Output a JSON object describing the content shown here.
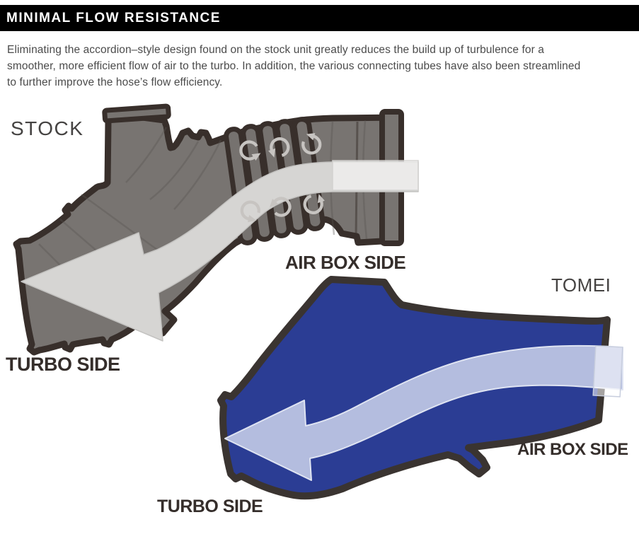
{
  "header": {
    "title": "MINIMAL FLOW RESISTANCE"
  },
  "paragraph": {
    "lines": [
      "Eliminating the accordion–style design found on the stock unit greatly reduces the build up of turbulence for a",
      "smoother, more efficient flow of air to the turbo. In addition, the various connecting tubes have also been streamlined",
      "to further improve the hose’s flow efficiency."
    ]
  },
  "diagram": {
    "stock": {
      "label": "STOCK",
      "airbox_label": "AIR BOX SIDE",
      "turbo_label": "TURBO SIDE"
    },
    "tomei": {
      "label": "TOMEI",
      "airbox_label": "AIR BOX SIDE",
      "turbo_label": "TURBO SIDE"
    }
  },
  "icons": {
    "turbulence_swirl": "↺",
    "flow_arrow": "←"
  },
  "colors": {
    "header_bg": "#000000",
    "header_text": "#ffffff",
    "body_text": "#4b4b4b",
    "stock_hose_gray": "#787471",
    "outline_dark": "#382f2b",
    "stock_flow_arrow": "#d6d5d3",
    "swirl_gray": "#c7c4c1",
    "tomei_blue": "#2b3d94",
    "tomei_flow_arrow": "#b4bddf",
    "cross_section_box_border": "#d2d1cf"
  }
}
